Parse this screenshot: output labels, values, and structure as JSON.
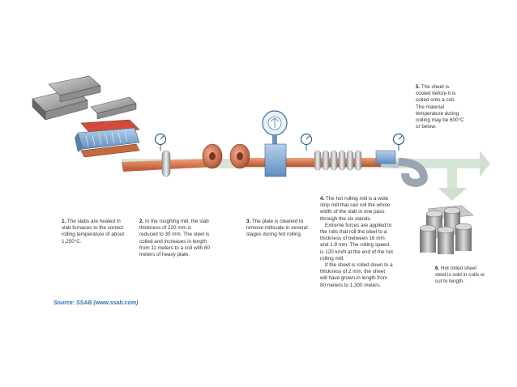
{
  "steps": [
    {
      "num": "1.",
      "text": "The slabs are heated in slab furnaces to the correct rolling temperature of about 1,250°C."
    },
    {
      "num": "2.",
      "text": "In the roughing mill, the slab thickness of 220 mm is reduced to 30 mm. The steel is coiled and increases in length from 11 meters to a coil with 80 meters of heavy plate."
    },
    {
      "num": "3.",
      "text": "The plate is cleaned to remove millscale in several stages during hot rolling."
    },
    {
      "num": "4.",
      "text": "The hot rolling mill is a wide strip mill that can roll the whole width of the slab in one pass through the six stands.",
      "p2": "Extreme forces are applied to the rolls that roll the steel to a thickness of between 16 mm and 1.8 mm. The rolling speed is 120 km/h at the end of the hot rolling mill.",
      "p3": "If the sheet is rolled down to a thickness of 2 mm, the sheet will have grown in length from 80 meters to 1,300 meters."
    },
    {
      "num": "5.",
      "text": "The sheet is cooled before it is coiled onto a coil. The material temperature during coiling may be 600°C or below."
    },
    {
      "num": "6.",
      "text": "Hot rolled sheet steel is sold in coils or cut to length."
    }
  ],
  "source": "Source: SSAB (www.ssab.com)",
  "colors": {
    "strip": "#e07a4e",
    "equipment": "#8fb4d8",
    "arrow": "#cfe0cf",
    "source": "#2a72b5"
  }
}
